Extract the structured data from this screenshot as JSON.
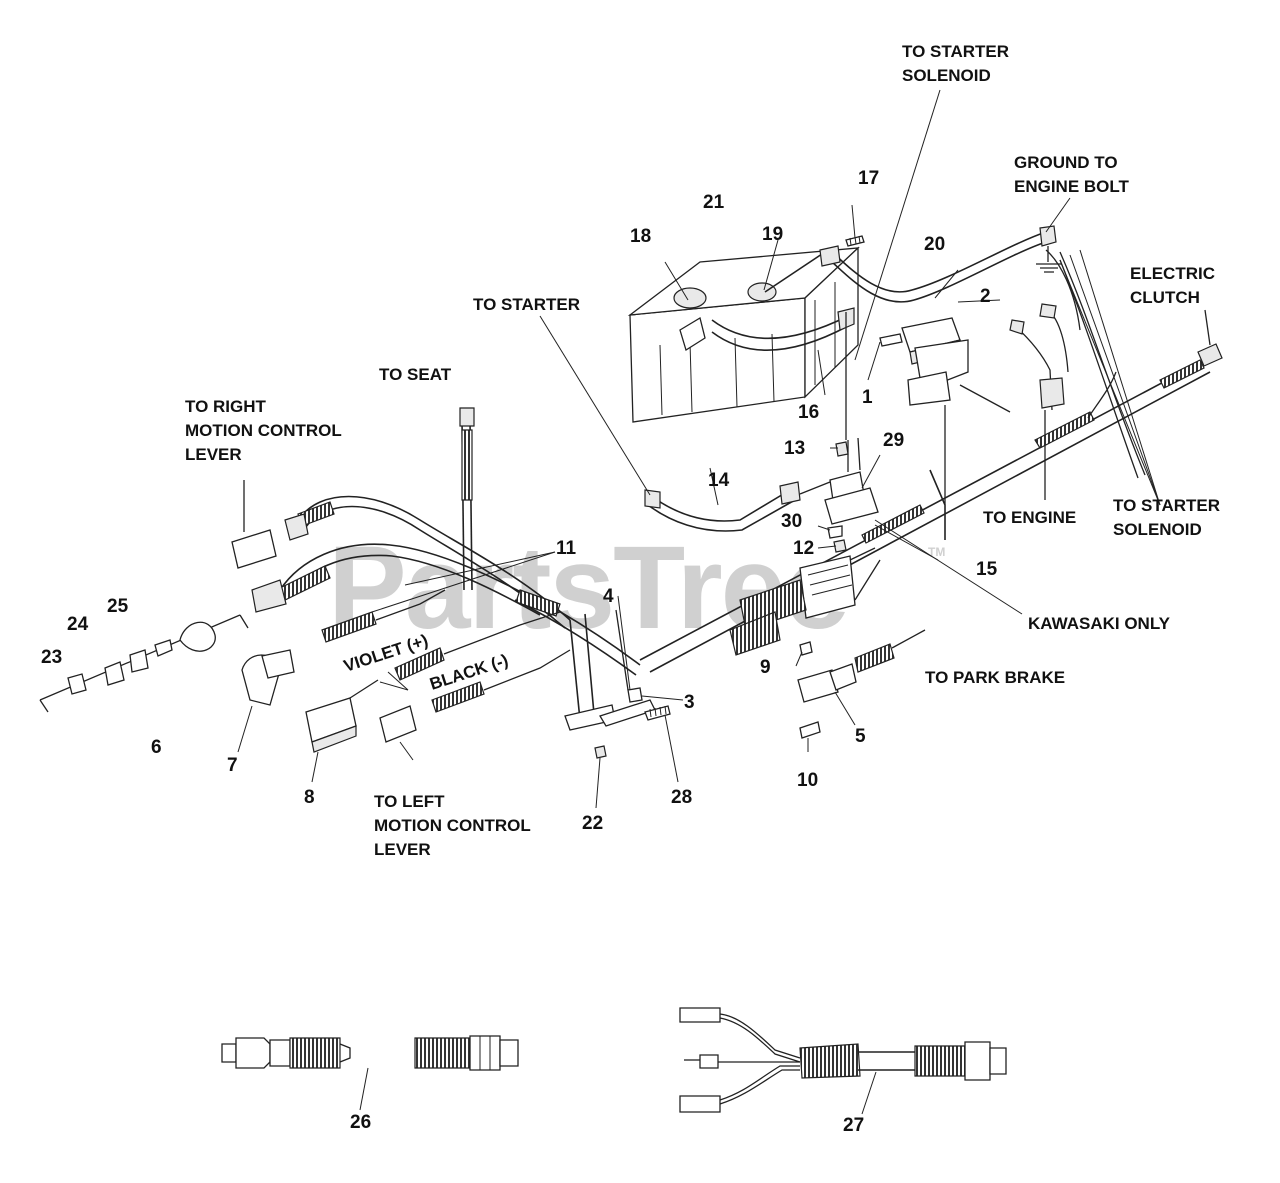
{
  "watermark": {
    "text": "PartsTree",
    "trademark": "TM"
  },
  "callouts": [
    {
      "id": "c1",
      "text": "1"
    },
    {
      "id": "c2",
      "text": "2"
    },
    {
      "id": "c3",
      "text": "3"
    },
    {
      "id": "c4",
      "text": "4"
    },
    {
      "id": "c5",
      "text": "5"
    },
    {
      "id": "c6",
      "text": "6"
    },
    {
      "id": "c7",
      "text": "7"
    },
    {
      "id": "c8",
      "text": "8"
    },
    {
      "id": "c9",
      "text": "9"
    },
    {
      "id": "c10",
      "text": "10"
    },
    {
      "id": "c11",
      "text": "11"
    },
    {
      "id": "c12",
      "text": "12"
    },
    {
      "id": "c13",
      "text": "13"
    },
    {
      "id": "c14",
      "text": "14"
    },
    {
      "id": "c15",
      "text": "15"
    },
    {
      "id": "c16",
      "text": "16"
    },
    {
      "id": "c17",
      "text": "17"
    },
    {
      "id": "c18",
      "text": "18"
    },
    {
      "id": "c19",
      "text": "19"
    },
    {
      "id": "c20",
      "text": "20"
    },
    {
      "id": "c21",
      "text": "21"
    },
    {
      "id": "c22",
      "text": "22"
    },
    {
      "id": "c23",
      "text": "23"
    },
    {
      "id": "c24",
      "text": "24"
    },
    {
      "id": "c25",
      "text": "25"
    },
    {
      "id": "c26",
      "text": "26"
    },
    {
      "id": "c27",
      "text": "27"
    },
    {
      "id": "c28",
      "text": "28"
    },
    {
      "id": "c29",
      "text": "29"
    },
    {
      "id": "c30",
      "text": "30"
    }
  ],
  "labels": {
    "to_starter_solenoid_top": [
      "TO STARTER",
      "SOLENOID"
    ],
    "ground_to_engine_bolt": [
      "GROUND TO",
      "ENGINE BOLT"
    ],
    "electric_clutch": [
      "ELECTRIC",
      "CLUTCH"
    ],
    "to_starter": "TO STARTER",
    "to_seat": "TO SEAT",
    "to_right_motion_control_lever": [
      "TO RIGHT",
      "MOTION CONTROL",
      "LEVER"
    ],
    "to_engine": "TO ENGINE",
    "to_starter_solenoid_right": [
      "TO STARTER",
      "SOLENOID"
    ],
    "kawasaki_only": "KAWASAKI ONLY",
    "to_park_brake": "TO PARK BRAKE",
    "violet_wire": "VIOLET (+)",
    "black_wire": "BLACK (-)",
    "to_left_motion_control_lever": [
      "TO LEFT",
      "MOTION CONTROL",
      "LEVER"
    ]
  }
}
